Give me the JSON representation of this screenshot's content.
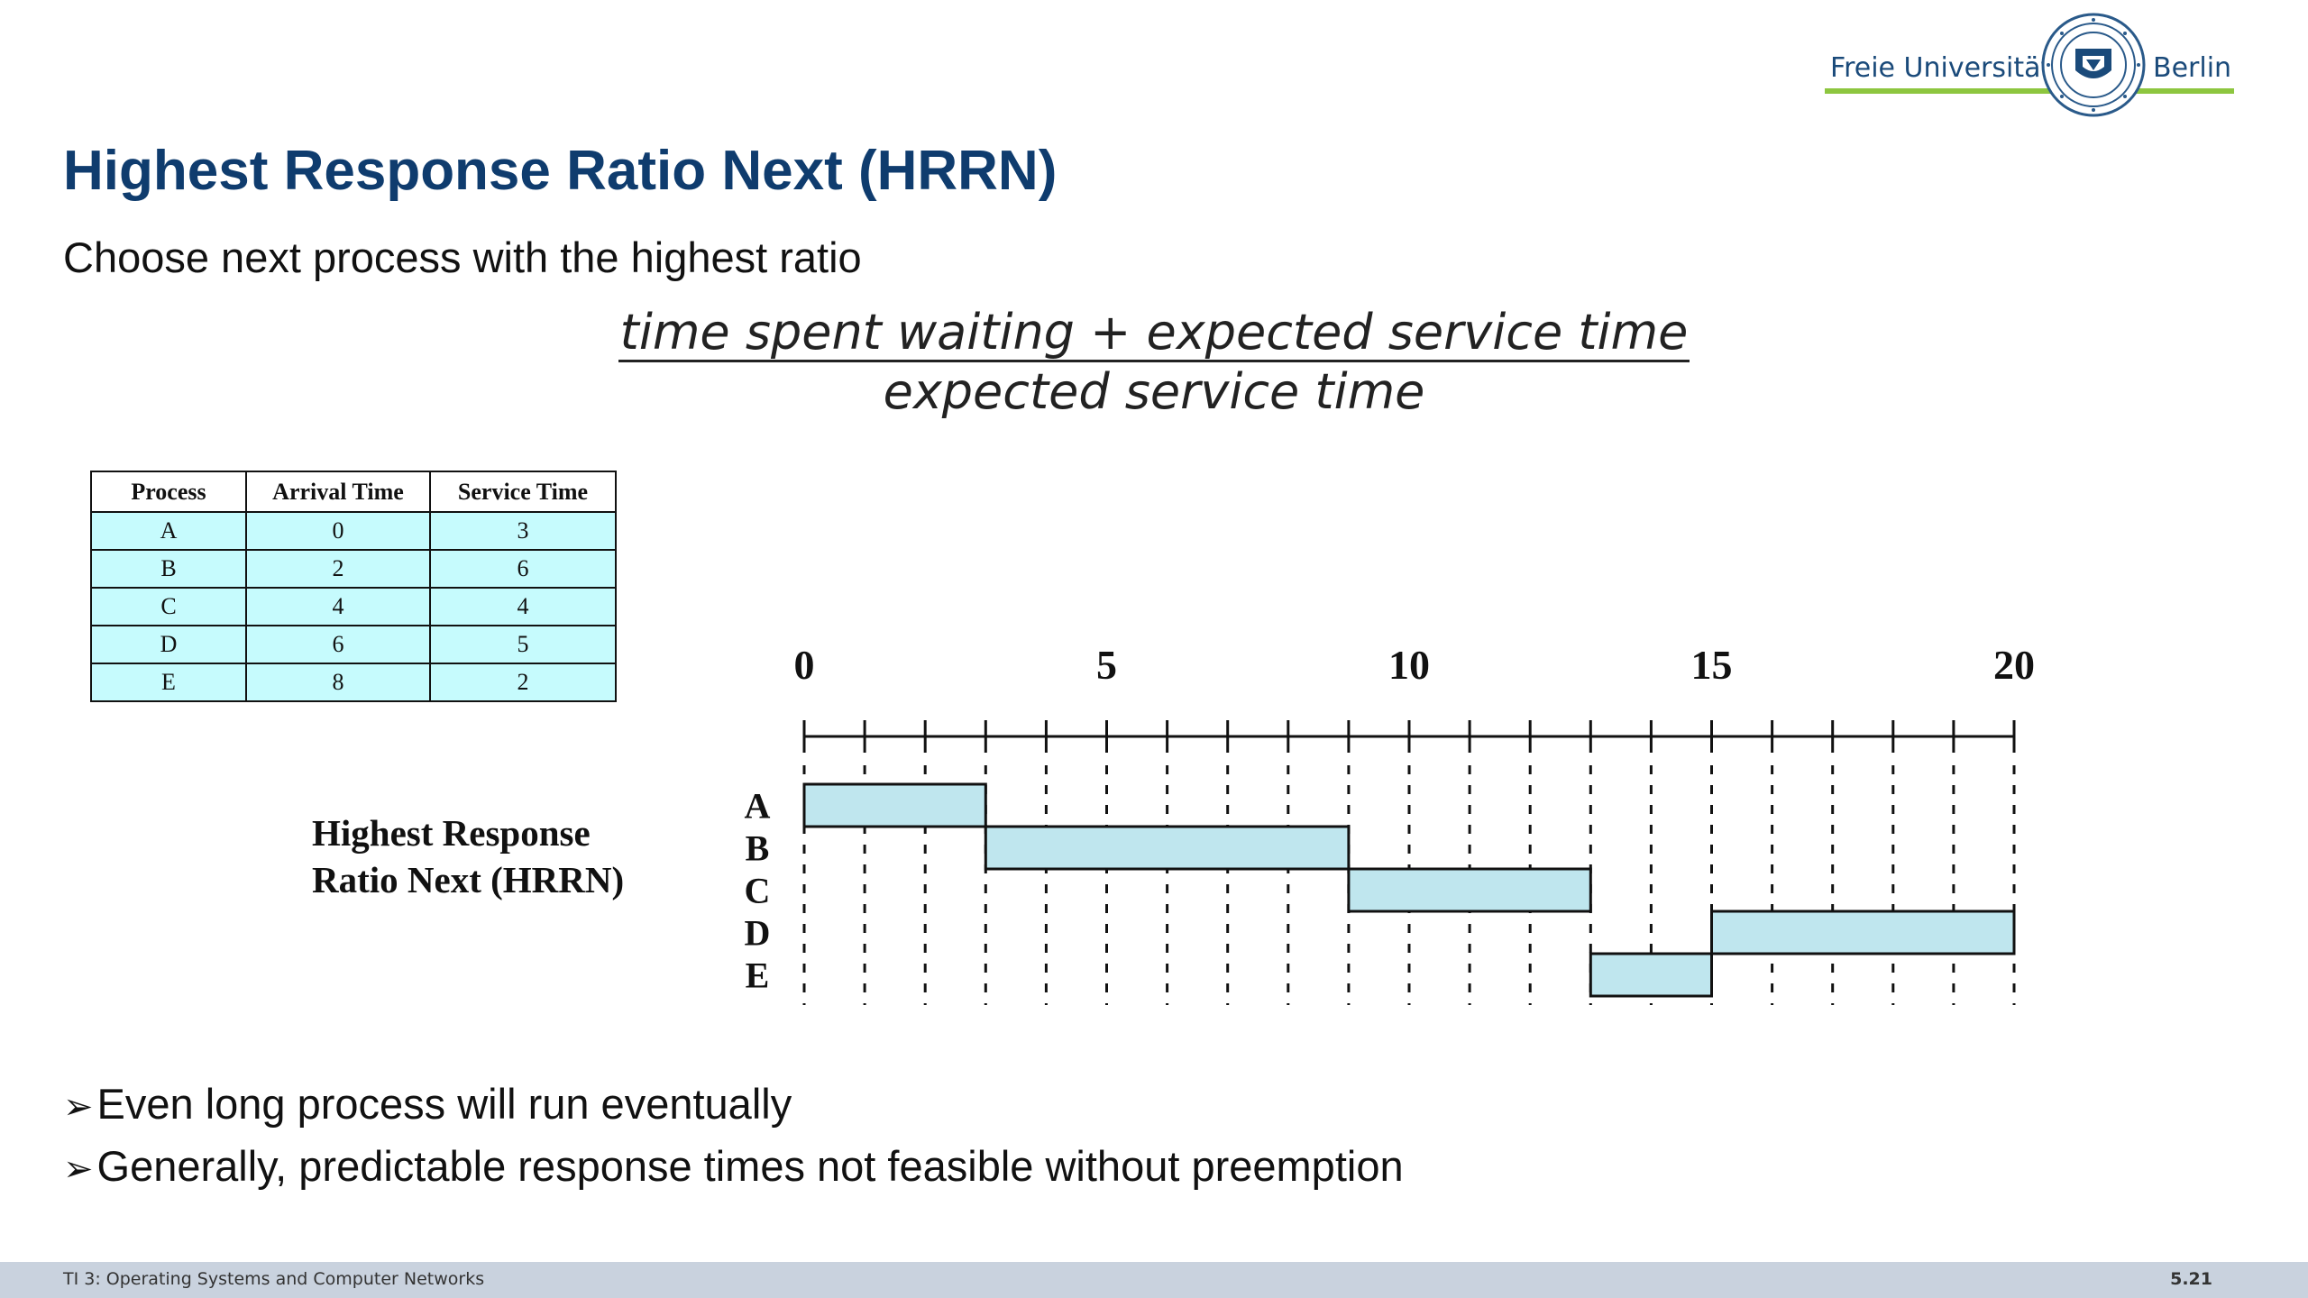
{
  "logo": {
    "left_text": "Freie Universität",
    "right_text": "Berlin"
  },
  "slide": {
    "title": "Highest Response Ratio Next (HRRN)",
    "subtitle": "Choose next process with the highest ratio",
    "formula": {
      "numerator": "time spent waiting + expected service time",
      "denominator": "expected service time"
    },
    "bullets": [
      "Even long process will run eventually",
      "Generally, predictable response times not feasible without preemption"
    ],
    "bullet_glyph": "➢"
  },
  "table": {
    "headers": [
      "Process",
      "Arrival Time",
      "Service Time"
    ],
    "rows": [
      [
        "A",
        "0",
        "3"
      ],
      [
        "B",
        "2",
        "6"
      ],
      [
        "C",
        "4",
        "4"
      ],
      [
        "D",
        "6",
        "5"
      ],
      [
        "E",
        "8",
        "2"
      ]
    ]
  },
  "chart_label": {
    "line1": "Highest Response",
    "line2": "Ratio Next (HRRN)"
  },
  "chart_data": {
    "type": "gantt",
    "x_ticks": [
      0,
      5,
      10,
      15,
      20
    ],
    "x_range": [
      0,
      20
    ],
    "rows": [
      "A",
      "B",
      "C",
      "D",
      "E"
    ],
    "bars": [
      {
        "process": "A",
        "start": 0,
        "end": 3
      },
      {
        "process": "B",
        "start": 3,
        "end": 9
      },
      {
        "process": "C",
        "start": 9,
        "end": 13
      },
      {
        "process": "E",
        "start": 13,
        "end": 15
      },
      {
        "process": "D",
        "start": 15,
        "end": 20
      }
    ],
    "bar_color": "#bfe6ee"
  },
  "footer": {
    "left": "TI 3: Operating Systems and Computer Networks",
    "right": "5.21"
  }
}
